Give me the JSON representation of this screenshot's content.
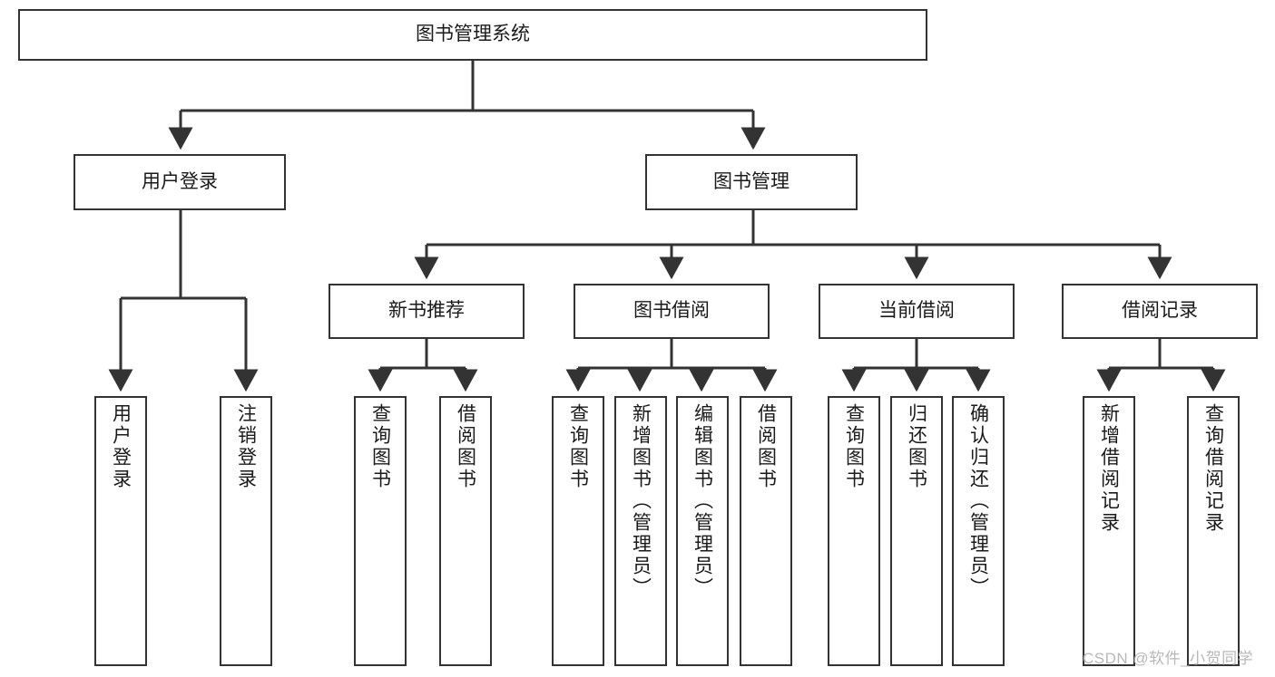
{
  "diagram": {
    "title_box": {
      "label": "图书管理系统"
    },
    "level2": [
      {
        "id": "user-login",
        "label": "用户登录"
      },
      {
        "id": "book-management",
        "label": "图书管理"
      }
    ],
    "level3": [
      {
        "id": "new-book-recommend",
        "label": "新书推荐"
      },
      {
        "id": "book-borrow",
        "label": "图书借阅"
      },
      {
        "id": "current-borrow",
        "label": "当前借阅"
      },
      {
        "id": "borrow-record",
        "label": "借阅记录"
      }
    ],
    "leaves": [
      {
        "id": "leaf-user-login",
        "label": "用户登录",
        "parent": "user-login"
      },
      {
        "id": "leaf-logout-login",
        "label": "注销登录",
        "parent": "user-login"
      },
      {
        "id": "leaf-query-book-1",
        "label": "查询图书",
        "parent": "new-book-recommend"
      },
      {
        "id": "leaf-borrow-book-1",
        "label": "借阅图书",
        "parent": "new-book-recommend"
      },
      {
        "id": "leaf-query-book-2",
        "label": "查询图书",
        "parent": "book-borrow"
      },
      {
        "id": "leaf-add-book",
        "label": "新增图书（管理员）",
        "parent": "book-borrow"
      },
      {
        "id": "leaf-edit-book",
        "label": "编辑图书（管理员）",
        "parent": "book-borrow"
      },
      {
        "id": "leaf-borrow-book-2",
        "label": "借阅图书",
        "parent": "book-borrow"
      },
      {
        "id": "leaf-query-book-3",
        "label": "查询图书",
        "parent": "current-borrow"
      },
      {
        "id": "leaf-return-book",
        "label": "归还图书",
        "parent": "current-borrow"
      },
      {
        "id": "leaf-confirm-return",
        "label": "确认归还（管理员）",
        "parent": "current-borrow"
      },
      {
        "id": "leaf-add-record",
        "label": "新增借阅记录",
        "parent": "borrow-record"
      },
      {
        "id": "leaf-query-record",
        "label": "查询借阅记录",
        "parent": "borrow-record"
      }
    ],
    "watermark": "CSDN @软件_小贺同学",
    "colors": {
      "stroke": "#333333",
      "box_fill": "#ffffff",
      "text": "#1a1a1a",
      "watermark": "#b8b8b8",
      "background": "#ffffff"
    }
  }
}
